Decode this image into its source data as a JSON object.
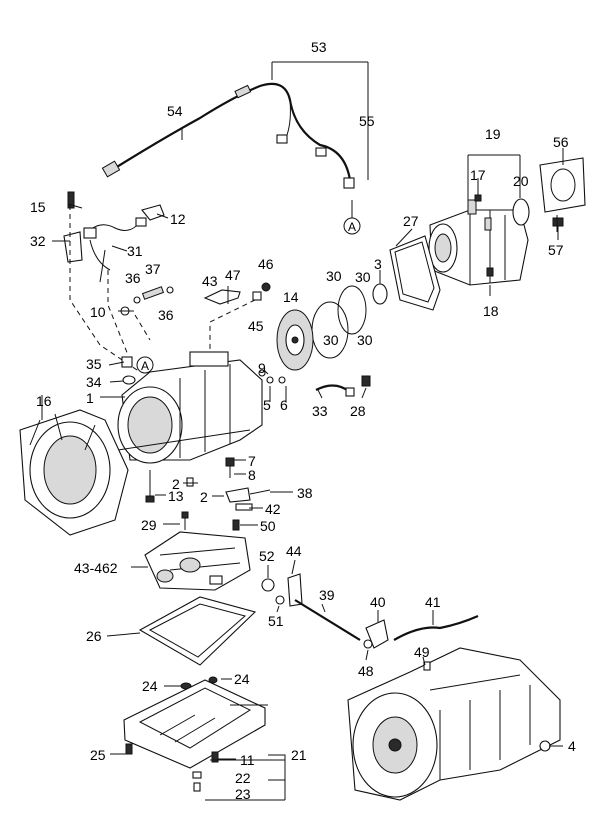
{
  "labels": {
    "l53": "53",
    "l54": "54",
    "l55": "55",
    "l56": "56",
    "l19": "19",
    "l17": "17",
    "l20": "20",
    "l15": "15",
    "l12": "12",
    "l32": "32",
    "l31": "31",
    "l27": "27",
    "l57": "57",
    "l46": "46",
    "l3": "3",
    "l43a": "43",
    "l47": "47",
    "l37": "37",
    "l36a": "36",
    "l36b": "36",
    "l30a": "30",
    "l30b": "30",
    "l30c": "30",
    "l14": "14",
    "l18": "18",
    "l10": "10",
    "l45": "45",
    "l35": "35",
    "l34": "34",
    "l9": "9",
    "l1": "1",
    "l5": "5",
    "l6": "6",
    "l33": "33",
    "l28": "28",
    "l16": "16",
    "l7": "7",
    "l8": "8",
    "l2a": "2",
    "l13": "13",
    "l2b": "2",
    "l38": "38",
    "l42": "42",
    "l29": "29",
    "l50": "50",
    "l52": "52",
    "l44": "44",
    "l43462": "43-462",
    "l39": "39",
    "l40": "40",
    "l41": "41",
    "l51": "51",
    "l26": "26",
    "l48": "48",
    "l49": "49",
    "l24a": "24",
    "l24b": "24",
    "l25": "25",
    "l11": "11",
    "l21": "21",
    "l22": "22",
    "l23": "23",
    "l4": "4"
  },
  "callouts": {
    "a_top": "A",
    "a_mid": "A"
  }
}
